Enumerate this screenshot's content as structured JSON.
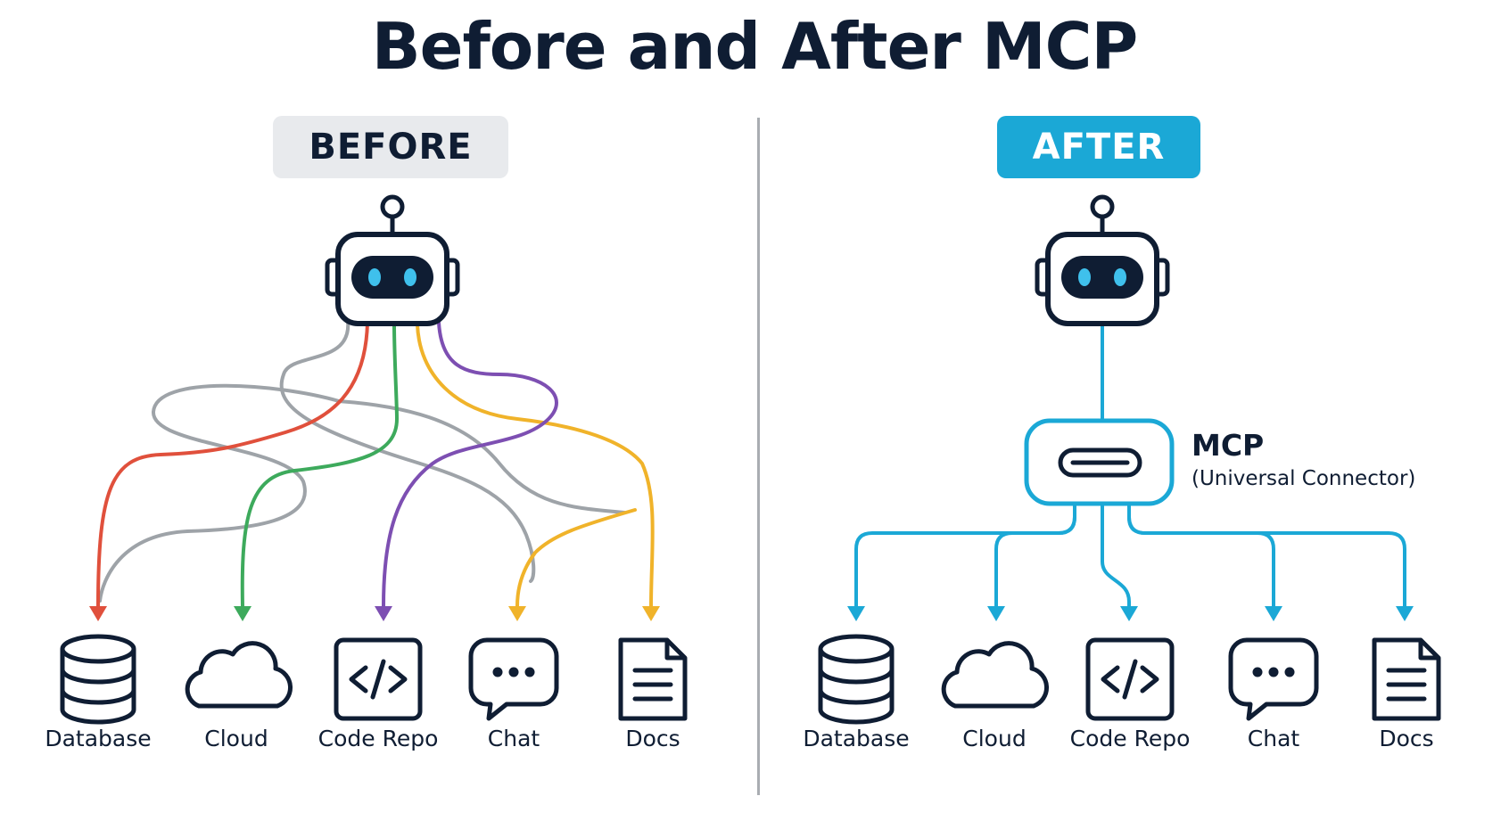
{
  "title": "Before and After MCP",
  "before": {
    "badge": "BEFORE",
    "destinations": [
      {
        "label": "Database",
        "icon": "database-icon"
      },
      {
        "label": "Cloud",
        "icon": "cloud-icon"
      },
      {
        "label": "Code Repo",
        "icon": "code-icon"
      },
      {
        "label": "Chat",
        "icon": "chat-icon"
      },
      {
        "label": "Docs",
        "icon": "document-icon"
      }
    ],
    "line_colors": [
      "#9ea3a8",
      "#e0503c",
      "#3daa5c",
      "#f0b32a",
      "#7d4fb2"
    ]
  },
  "after": {
    "badge": "AFTER",
    "connector_title": "MCP",
    "connector_subtitle": "(Universal Connector)",
    "destinations": [
      {
        "label": "Database",
        "icon": "database-icon"
      },
      {
        "label": "Cloud",
        "icon": "cloud-icon"
      },
      {
        "label": "Code Repo",
        "icon": "code-icon"
      },
      {
        "label": "Chat",
        "icon": "chat-icon"
      },
      {
        "label": "Docs",
        "icon": "document-icon"
      }
    ],
    "line_color": "#1ba8d6"
  },
  "colors": {
    "ink": "#0f1d33",
    "robot_eye": "#3fc0ec",
    "badge_before_bg": "#e8eaed",
    "badge_after_bg": "#1ba8d6",
    "divider": "#a9adb2"
  }
}
